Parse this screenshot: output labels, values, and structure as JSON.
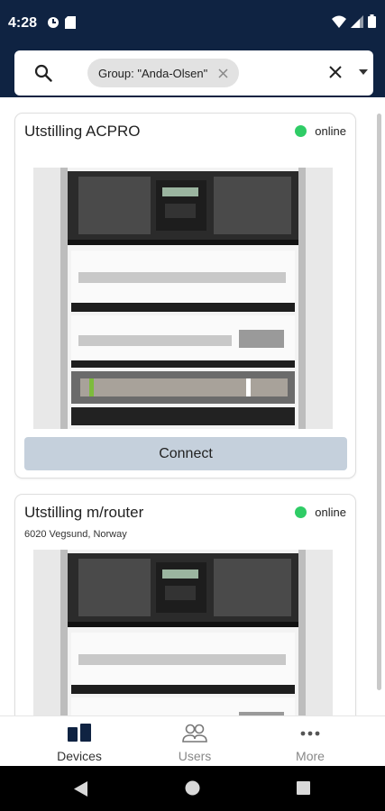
{
  "status_bar": {
    "time": "4:28"
  },
  "search": {
    "chip_label": "Group: \"Anda-Olsen\""
  },
  "devices": [
    {
      "name": "Utstilling ACPRO",
      "status": "online",
      "address": "",
      "button_label": "Connect"
    },
    {
      "name": "Utstilling m/router",
      "status": "online",
      "address": "6020 Vegsund, Norway",
      "button_label": ""
    }
  ],
  "bottom_nav": {
    "items": [
      {
        "label": "Devices",
        "icon": "devices-icon"
      },
      {
        "label": "Users",
        "icon": "users-icon"
      },
      {
        "label": "More",
        "icon": "more-icon"
      }
    ]
  },
  "colors": {
    "header": "#0f2342",
    "online": "#2fcc66",
    "connect_button": "#c5d0dc"
  }
}
